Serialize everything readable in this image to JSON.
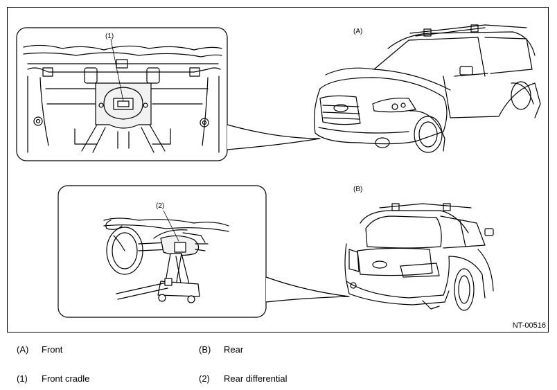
{
  "figure": {
    "id": "NT-00516",
    "view_labels": {
      "front": "(A)",
      "rear": "(B)"
    },
    "callouts": {
      "front_cradle": "(1)",
      "rear_differential": "(2)"
    }
  },
  "legend": {
    "items": [
      {
        "key": "(A)",
        "text": "Front"
      },
      {
        "key": "(B)",
        "text": "Rear"
      },
      {
        "key": "(1)",
        "text": "Front cradle"
      },
      {
        "key": "(2)",
        "text": "Rear differential"
      }
    ]
  },
  "colors": {
    "line": "#000000",
    "background": "#ffffff",
    "shade": "#f2f2f2"
  }
}
